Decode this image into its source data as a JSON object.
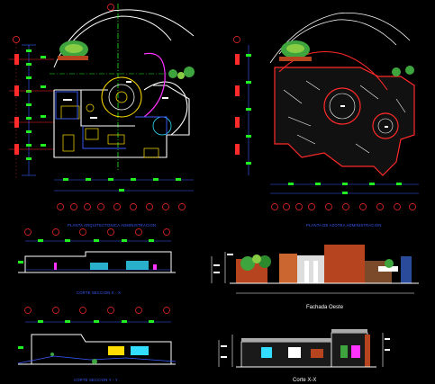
{
  "drawing": {
    "background": "#000000",
    "colors": {
      "dim_blue": "#3a5cff",
      "grid_red": "#ff2a2a",
      "tag_green": "#22ee22",
      "magenta": "#ff33ff",
      "yellow": "#ffdd00",
      "cyan": "#33ddff",
      "wall_white": "#ffffff",
      "brick": "#b5441f",
      "plant_green": "#3ea53e"
    },
    "views": {
      "plan_architectural": {
        "title": "PLANTA ARQUITECTONICA ADMINISTRACION"
      },
      "plan_roof": {
        "title": "PLANTA DE AZOTEA ADMINISTRACION"
      },
      "section_x": {
        "title": "CORTE SECCION X - X"
      },
      "section_y": {
        "title": "CORTE SECCION Y - Y"
      },
      "facade": {
        "title": "Fachada Oeste"
      },
      "cut_xx": {
        "title": "Corte X-X"
      }
    }
  }
}
